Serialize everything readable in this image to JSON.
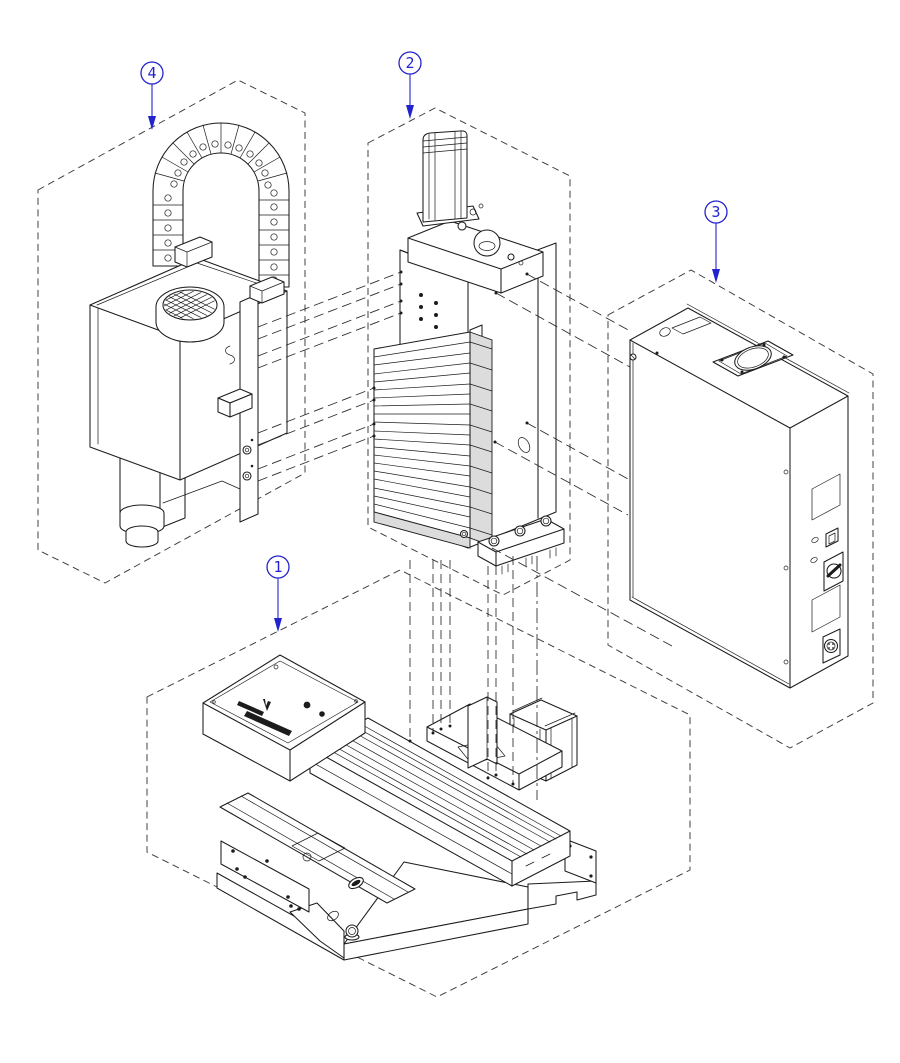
{
  "diagram": {
    "type": "exploded-assembly-technical-drawing",
    "background_color": "#ffffff",
    "line_color": "#1c1c1c",
    "callout_color": "#2323cd",
    "balloons": [
      {
        "label": "1",
        "points_to": "xy-table-base-assembly"
      },
      {
        "label": "2",
        "points_to": "z-axis-column-assembly"
      },
      {
        "label": "3",
        "points_to": "controller-box"
      },
      {
        "label": "4",
        "points_to": "spindle-head-with-cable-carrier"
      }
    ],
    "groups": [
      {
        "balloon": "1",
        "name": "xy-table-base-assembly"
      },
      {
        "balloon": "2",
        "name": "z-axis-column-assembly"
      },
      {
        "balloon": "3",
        "name": "controller-box"
      },
      {
        "balloon": "4",
        "name": "spindle-head-with-cable-carrier"
      }
    ],
    "icons": {
      "logo": "brand-logo-mark",
      "fan": "cooling-fan-grille",
      "switch": "rotary-power-switch",
      "connector": "round-cable-connector"
    }
  }
}
